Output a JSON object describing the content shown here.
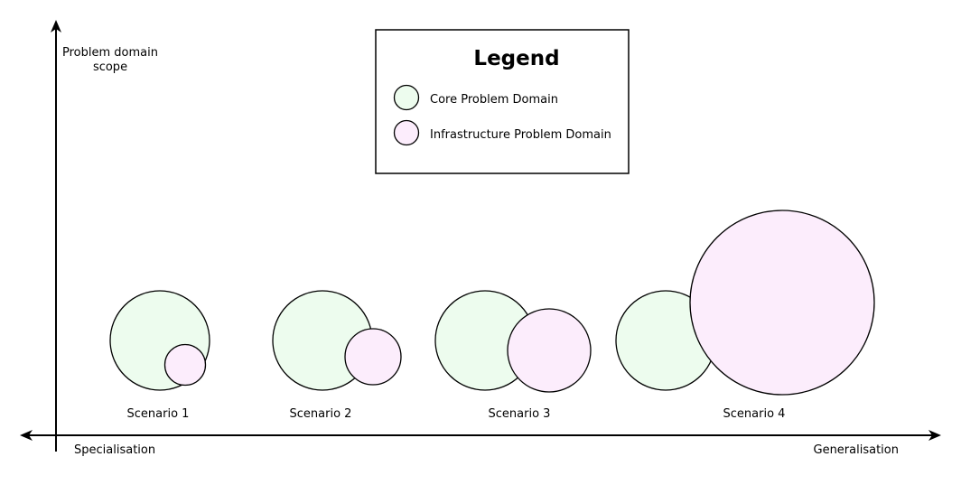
{
  "axes": {
    "y_label_line1": "Problem domain",
    "y_label_line2": "scope",
    "x_left_label": "Specialisation",
    "x_right_label": "Generalisation"
  },
  "legend": {
    "title": "Legend",
    "items": [
      {
        "label": "Core Problem Domain",
        "color": "#edfcee"
      },
      {
        "label": "Infrastructure Problem Domain",
        "color": "#fcedfc"
      }
    ]
  },
  "scenarios": [
    {
      "label": "Scenario 1"
    },
    {
      "label": "Scenario 2"
    },
    {
      "label": "Scenario 3"
    },
    {
      "label": "Scenario 4"
    }
  ],
  "colors": {
    "core": "#edfcee",
    "infrastructure": "#fcedfc",
    "stroke": "#000000"
  }
}
